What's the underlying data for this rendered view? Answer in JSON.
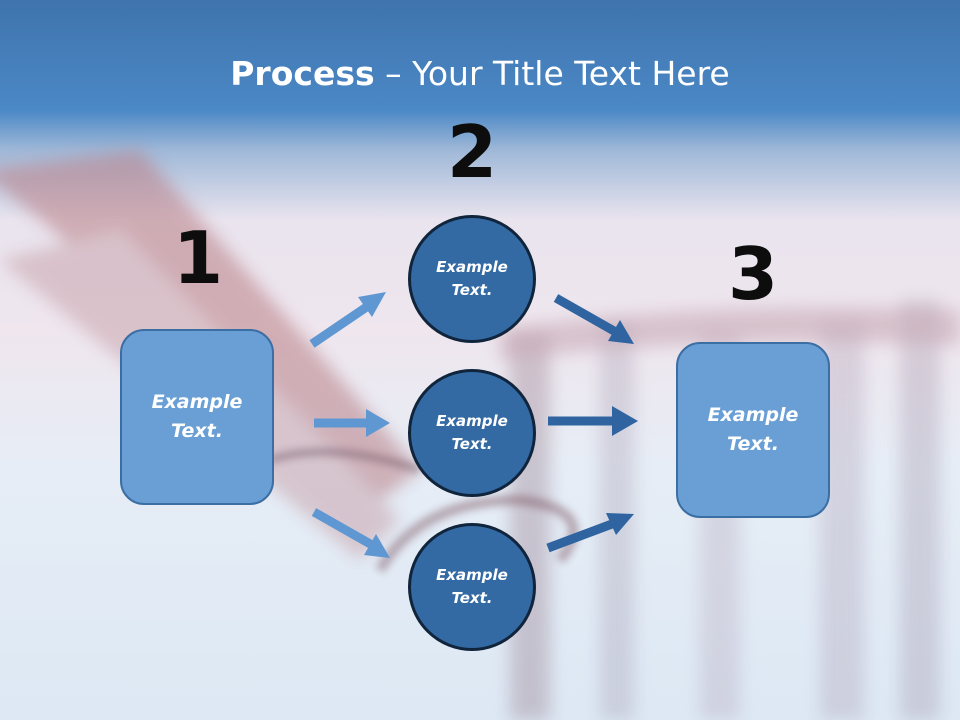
{
  "title": {
    "bold": "Process",
    "rest": " – Your Title Text Here"
  },
  "steps": [
    {
      "number": "1"
    },
    {
      "number": "2"
    },
    {
      "number": "3"
    }
  ],
  "left_box": {
    "label": "Example\nText."
  },
  "circles": [
    {
      "label": "Example\nText."
    },
    {
      "label": "Example\nText."
    },
    {
      "label": "Example\nText."
    }
  ],
  "right_box": {
    "label": "Example\nText."
  },
  "colors": {
    "box_fill": "#6a9fd5",
    "circle_fill": "#336aa3",
    "arrow_light": "#5e97d2",
    "arrow_dark": "#2f64a0"
  }
}
